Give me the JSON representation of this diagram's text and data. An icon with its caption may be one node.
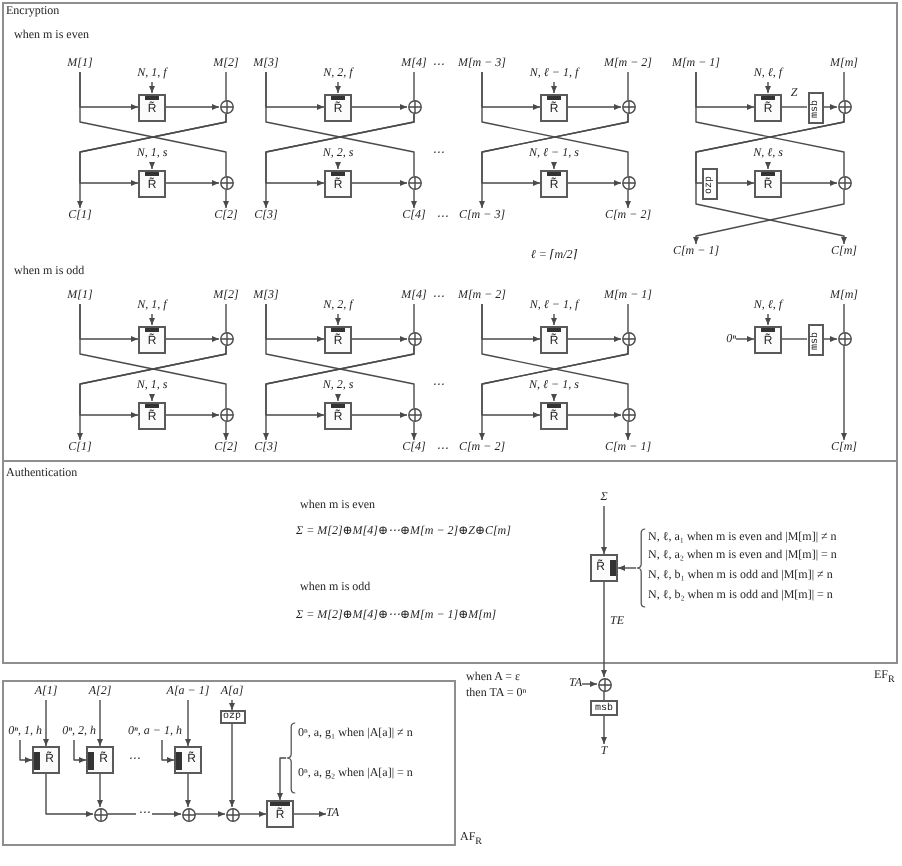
{
  "diagram": {
    "nodes": [
      {
        "text": [
          "Encryption",
          "Authentication",
          "EF$_{R}$"
        ]
      },
      {
        "text": [
          "M[1]"
        ],
        "in": 0
      },
      {
        "text": [
          "M[2]"
        ],
        "in": 0
      },
      {
        "text": [
          "N, 1, f"
        ],
        "in": 0
      },
      {
        "text": [
          "R̃"
        ],
        "in": 0
      },
      {
        "text": [],
        "shape": "circle",
        "in": 0
      },
      {
        "text": [
          "N, 1, s"
        ],
        "in": 0
      },
      {
        "text": [
          "R̃"
        ],
        "in": 0
      },
      {
        "text": [],
        "shape": "circle",
        "in": 0
      },
      {
        "text": [
          "C[1]"
        ],
        "in": 0
      },
      {
        "text": [
          "C[2]"
        ],
        "in": 0
      },
      {
        "text": [
          "M[3]"
        ],
        "in": 0
      },
      {
        "text": [
          "M[4]"
        ],
        "in": 0
      },
      {
        "text": [
          "N, 2, f"
        ],
        "in": 0
      },
      {
        "text": [
          "R̃"
        ],
        "in": 0
      },
      {
        "text": [],
        "shape": "circle",
        "in": 0
      },
      {
        "text": [
          "N, 2, s"
        ],
        "in": 0
      },
      {
        "text": [
          "R̃"
        ],
        "in": 0
      },
      {
        "text": [],
        "shape": "circle",
        "in": 0
      },
      {
        "text": [
          "C[3]"
        ],
        "in": 0
      },
      {
        "text": [
          "C[4]"
        ],
        "in": 0
      },
      {
        "text": [
          "M[m − 3]"
        ],
        "in": 0
      },
      {
        "text": [
          "M[m − 2]"
        ],
        "in": 0
      },
      {
        "text": [
          "N, ℓ − 1, f"
        ],
        "in": 0
      },
      {
        "text": [
          "R̃"
        ],
        "in": 0
      },
      {
        "text": [],
        "shape": "circle",
        "in": 0
      },
      {
        "text": [
          "N, ℓ − 1, s"
        ],
        "in": 0
      },
      {
        "text": [
          "R̃"
        ],
        "in": 0
      },
      {
        "text": [],
        "shape": "circle",
        "in": 0
      },
      {
        "text": [
          "C[m − 3]"
        ],
        "in": 0
      },
      {
        "text": [
          "C[m − 2]"
        ],
        "in": 0
      },
      {
        "text": [
          "M[m − 1]"
        ],
        "in": 0
      },
      {
        "text": [
          "M[m]"
        ],
        "in": 0
      },
      {
        "text": [
          "N, ℓ, f"
        ],
        "in": 0
      },
      {
        "text": [
          "R̃"
        ],
        "in": 0
      },
      {
        "text": [
          "msb"
        ],
        "in": 0
      },
      {
        "text": [],
        "shape": "circle",
        "in": 0
      },
      {
        "text": [
          "N, ℓ, s"
        ],
        "in": 0
      },
      {
        "text": [
          "ozp"
        ],
        "in": 0
      },
      {
        "text": [
          "R̃"
        ],
        "in": 0
      },
      {
        "text": [],
        "shape": "circle",
        "in": 0
      },
      {
        "text": [
          "C[m − 1]"
        ],
        "in": 0
      },
      {
        "text": [
          "C[m]"
        ],
        "in": 0
      },
      {
        "text": [
          "M[1]"
        ],
        "in": 0
      },
      {
        "text": [
          "M[2]"
        ],
        "in": 0
      },
      {
        "text": [
          "N, 1, f"
        ],
        "in": 0
      },
      {
        "text": [
          "R̃"
        ],
        "in": 0
      },
      {
        "text": [],
        "shape": "circle",
        "in": 0
      },
      {
        "text": [
          "N, 1, s"
        ],
        "in": 0
      },
      {
        "text": [
          "R̃"
        ],
        "in": 0
      },
      {
        "text": [],
        "shape": "circle",
        "in": 0
      },
      {
        "text": [
          "C[1]"
        ],
        "in": 0
      },
      {
        "text": [
          "C[2]"
        ],
        "in": 0
      },
      {
        "text": [
          "M[3]"
        ],
        "in": 0
      },
      {
        "text": [
          "M[4]"
        ],
        "in": 0
      },
      {
        "text": [
          "N, 2, f"
        ],
        "in": 0
      },
      {
        "text": [
          "R̃"
        ],
        "in": 0
      },
      {
        "text": [],
        "shape": "circle",
        "in": 0
      },
      {
        "text": [
          "N, 2, s"
        ],
        "in": 0
      },
      {
        "text": [
          "R̃"
        ],
        "in": 0
      },
      {
        "text": [],
        "shape": "circle",
        "in": 0
      },
      {
        "text": [
          "C[3]"
        ],
        "in": 0
      },
      {
        "text": [
          "C[4]"
        ],
        "in": 0
      },
      {
        "text": [
          "M[m − 2]"
        ],
        "in": 0
      },
      {
        "text": [
          "M[m − 1]"
        ],
        "in": 0
      },
      {
        "text": [
          "N, ℓ − 1, f"
        ],
        "in": 0
      },
      {
        "text": [
          "R̃"
        ],
        "in": 0
      },
      {
        "text": [],
        "shape": "circle",
        "in": 0
      },
      {
        "text": [
          "N, ℓ − 1, s"
        ],
        "in": 0
      },
      {
        "text": [
          "R̃"
        ],
        "in": 0
      },
      {
        "text": [],
        "shape": "circle",
        "in": 0
      },
      {
        "text": [
          "C[m − 2]"
        ],
        "in": 0
      },
      {
        "text": [
          "C[m − 1]"
        ],
        "in": 0
      },
      {
        "text": [
          "M[m]"
        ],
        "in": 0
      },
      {
        "text": [
          "N, ℓ, f"
        ],
        "in": 0
      },
      {
        "text": [
          "0ⁿ"
        ],
        "in": 0
      },
      {
        "text": [
          "R̃"
        ],
        "in": 0
      },
      {
        "text": [
          "msb"
        ],
        "in": 0
      },
      {
        "text": [],
        "shape": "circle",
        "in": 0
      },
      {
        "text": [
          "C[m]"
        ],
        "in": 0
      },
      {
        "text": [
          "Σ"
        ],
        "in": 0
      },
      {
        "text": [
          "R̃"
        ],
        "in": 0
      },
      {
        "text": [
          "N, ℓ, a₁ when m is even and |M[m]| ≠ n",
          "N, ℓ, a₂ when m is even and |M[m]| = n",
          "N, ℓ, b₁ when m is odd and |M[m]| ≠ n",
          "N, ℓ, b₂ when m is odd and |M[m]| = n"
        ],
        "in": 0
      },
      {
        "text": [
          "TA"
        ]
      },
      {
        "text": [],
        "shape": "circle"
      },
      {
        "text": [
          "msb"
        ]
      },
      {
        "text": [
          "T"
        ]
      },
      {
        "text": [
          "AF$_{R}$"
        ]
      },
      {
        "text": [
          "A[1]"
        ],
        "in": 87
      },
      {
        "text": [
          "0ⁿ, 1, h"
        ],
        "in": 87
      },
      {
        "text": [
          "R̃"
        ],
        "in": 87
      },
      {
        "text": [
          "A[2]"
        ],
        "in": 87
      },
      {
        "text": [
          "0ⁿ, 2, h"
        ],
        "in": 87
      },
      {
        "text": [
          "R̃"
        ],
        "in": 87
      },
      {
        "text": [
          "A[a − 1]"
        ],
        "in": 87
      },
      {
        "text": [
          "0ⁿ, a − 1, h"
        ],
        "in": 87
      },
      {
        "text": [
          "R̃"
        ],
        "in": 87
      },
      {
        "text": [
          "A[a]"
        ],
        "in": 87
      },
      {
        "text": [
          "ozp"
        ],
        "in": 87
      },
      {
        "text": [],
        "shape": "circle",
        "in": 87
      },
      {
        "text": [],
        "shape": "circle",
        "in": 87
      },
      {
        "text": [],
        "shape": "circle",
        "in": 87
      },
      {
        "text": [
          "0ⁿ, a, g₁ when |A[a]| ≠ n",
          "0ⁿ, a, g₂ when |A[a]| = n"
        ],
        "in": 87
      },
      {
        "text": [
          "R̃"
        ],
        "in": 87
      },
      {
        "text": [
          "TA"
        ],
        "in": 87
      }
    ],
    "edges": [
      {
        "from": 1,
        "to": 4,
        "arrow": "to"
      },
      {
        "from": 1,
        "to": 8,
        "arrow": "none"
      },
      {
        "from": 3,
        "to": 4,
        "arrow": "to"
      },
      {
        "from": 4,
        "to": 5,
        "arrow": "to"
      },
      {
        "from": 2,
        "to": 5,
        "arrow": "none"
      },
      {
        "from": 5,
        "to": 7,
        "arrow": "to"
      },
      {
        "from": 5,
        "to": 9,
        "arrow": "to"
      },
      {
        "from": 6,
        "to": 7,
        "arrow": "to"
      },
      {
        "from": 7,
        "to": 8,
        "arrow": "to"
      },
      {
        "from": 8,
        "to": 10,
        "arrow": "to"
      },
      {
        "from": 11,
        "to": 14,
        "arrow": "to"
      },
      {
        "from": 11,
        "to": 18,
        "arrow": "none"
      },
      {
        "from": 13,
        "to": 14,
        "arrow": "to"
      },
      {
        "from": 14,
        "to": 15,
        "arrow": "to"
      },
      {
        "from": 12,
        "to": 15,
        "arrow": "none"
      },
      {
        "from": 15,
        "to": 17,
        "arrow": "to"
      },
      {
        "from": 15,
        "to": 19,
        "arrow": "to"
      },
      {
        "from": 16,
        "to": 17,
        "arrow": "to"
      },
      {
        "from": 17,
        "to": 18,
        "arrow": "to"
      },
      {
        "from": 18,
        "to": 20,
        "arrow": "to"
      },
      {
        "from": 21,
        "to": 24,
        "arrow": "to"
      },
      {
        "from": 21,
        "to": 28,
        "arrow": "none"
      },
      {
        "from": 23,
        "to": 24,
        "arrow": "to"
      },
      {
        "from": 24,
        "to": 25,
        "arrow": "to"
      },
      {
        "from": 22,
        "to": 25,
        "arrow": "none"
      },
      {
        "from": 25,
        "to": 27,
        "arrow": "to"
      },
      {
        "from": 25,
        "to": 29,
        "arrow": "to"
      },
      {
        "from": 26,
        "to": 27,
        "arrow": "to"
      },
      {
        "from": 27,
        "to": 28,
        "arrow": "to"
      },
      {
        "from": 28,
        "to": 30,
        "arrow": "to"
      },
      {
        "from": 31,
        "to": 34,
        "arrow": "to"
      },
      {
        "from": 31,
        "to": 40,
        "arrow": "none"
      },
      {
        "from": 33,
        "to": 34,
        "arrow": "to"
      },
      {
        "from": 34,
        "to": 35,
        "arrow": "none",
        "label": "Z"
      },
      {
        "from": 35,
        "to": 36,
        "arrow": "to"
      },
      {
        "from": 32,
        "to": 36,
        "arrow": "none"
      },
      {
        "from": 36,
        "to": 38,
        "arrow": "none"
      },
      {
        "from": 38,
        "to": 39,
        "arrow": "to"
      },
      {
        "from": 36,
        "to": 42,
        "arrow": "to"
      },
      {
        "from": 37,
        "to": 39,
        "arrow": "to"
      },
      {
        "from": 39,
        "to": 40,
        "arrow": "to"
      },
      {
        "from": 40,
        "to": 41,
        "arrow": "to"
      },
      {
        "from": 43,
        "to": 46,
        "arrow": "to"
      },
      {
        "from": 43,
        "to": 50,
        "arrow": "none"
      },
      {
        "from": 45,
        "to": 46,
        "arrow": "to"
      },
      {
        "from": 46,
        "to": 47,
        "arrow": "to"
      },
      {
        "from": 44,
        "to": 47,
        "arrow": "none"
      },
      {
        "from": 47,
        "to": 49,
        "arrow": "to"
      },
      {
        "from": 47,
        "to": 51,
        "arrow": "to"
      },
      {
        "from": 48,
        "to": 49,
        "arrow": "to"
      },
      {
        "from": 49,
        "to": 50,
        "arrow": "to"
      },
      {
        "from": 50,
        "to": 52,
        "arrow": "to"
      },
      {
        "from": 53,
        "to": 56,
        "arrow": "to"
      },
      {
        "from": 53,
        "to": 60,
        "arrow": "none"
      },
      {
        "from": 55,
        "to": 56,
        "arrow": "to"
      },
      {
        "from": 56,
        "to": 57,
        "arrow": "to"
      },
      {
        "from": 54,
        "to": 57,
        "arrow": "none"
      },
      {
        "from": 57,
        "to": 59,
        "arrow": "to"
      },
      {
        "from": 57,
        "to": 61,
        "arrow": "to"
      },
      {
        "from": 58,
        "to": 59,
        "arrow": "to"
      },
      {
        "from": 59,
        "to": 60,
        "arrow": "to"
      },
      {
        "from": 60,
        "to": 62,
        "arrow": "to"
      },
      {
        "from": 63,
        "to": 66,
        "arrow": "to"
      },
      {
        "from": 63,
        "to": 70,
        "arrow": "none"
      },
      {
        "from": 65,
        "to": 66,
        "arrow": "to"
      },
      {
        "from": 66,
        "to": 67,
        "arrow": "to"
      },
      {
        "from": 64,
        "to": 67,
        "arrow": "none"
      },
      {
        "from": 67,
        "to": 69,
        "arrow": "to"
      },
      {
        "from": 67,
        "to": 71,
        "arrow": "to"
      },
      {
        "from": 68,
        "to": 69,
        "arrow": "to"
      },
      {
        "from": 69,
        "to": 70,
        "arrow": "to"
      },
      {
        "from": 70,
        "to": 72,
        "arrow": "to"
      },
      {
        "from": 75,
        "to": 76,
        "arrow": "to"
      },
      {
        "from": 74,
        "to": 76,
        "arrow": "to"
      },
      {
        "from": 76,
        "to": 77,
        "arrow": "none"
      },
      {
        "from": 77,
        "to": 78,
        "arrow": "to"
      },
      {
        "from": 73,
        "to": 78,
        "arrow": "none"
      },
      {
        "from": 78,
        "to": 79,
        "arrow": "to"
      },
      {
        "from": 80,
        "to": 81,
        "arrow": "to"
      },
      {
        "from": 82,
        "to": 81,
        "arrow": "to"
      },
      {
        "from": 81,
        "to": 84,
        "arrow": "to",
        "label": "TE"
      },
      {
        "from": 83,
        "to": 84,
        "arrow": "to"
      },
      {
        "from": 84,
        "to": 85,
        "arrow": "none"
      },
      {
        "from": 85,
        "to": 86,
        "arrow": "to"
      },
      {
        "from": 88,
        "to": 90,
        "arrow": "to"
      },
      {
        "from": 89,
        "to": 90,
        "arrow": "to"
      },
      {
        "from": 91,
        "to": 93,
        "arrow": "to"
      },
      {
        "from": 92,
        "to": 93,
        "arrow": "to"
      },
      {
        "from": 94,
        "to": 96,
        "arrow": "to"
      },
      {
        "from": 95,
        "to": 96,
        "arrow": "to"
      },
      {
        "from": 97,
        "to": 98,
        "arrow": "to"
      },
      {
        "from": 98,
        "to": 101,
        "arrow": "to"
      },
      {
        "from": 90,
        "to": 99,
        "arrow": "to"
      },
      {
        "from": 93,
        "to": 99,
        "arrow": "to"
      },
      {
        "from": 99,
        "to": 100,
        "arrow": "to",
        "label": "⋯"
      },
      {
        "from": 96,
        "to": 100,
        "arrow": "to"
      },
      {
        "from": 100,
        "to": 101,
        "arrow": "to"
      },
      {
        "from": 101,
        "to": 103,
        "arrow": "to"
      },
      {
        "from": 102,
        "to": 103,
        "arrow": "to"
      },
      {
        "from": 103,
        "to": 104,
        "arrow": "to"
      }
    ],
    "labels": [
      "when m is even",
      "⋯",
      "⋯",
      "⋯",
      "ℓ = ⌈m/2⌉",
      "when m is odd",
      "⋯",
      "⋯",
      "⋯",
      "when m is even",
      "Σ = M[2]⊕M[4]⊕⋯⊕M[m − 2]⊕Z⊕C[m]",
      "when m is odd",
      "Σ = M[2]⊕M[4]⊕⋯⊕M[m − 1]⊕M[m]",
      "when A = ε then TA = 0ⁿ",
      "⋯"
    ]
  }
}
